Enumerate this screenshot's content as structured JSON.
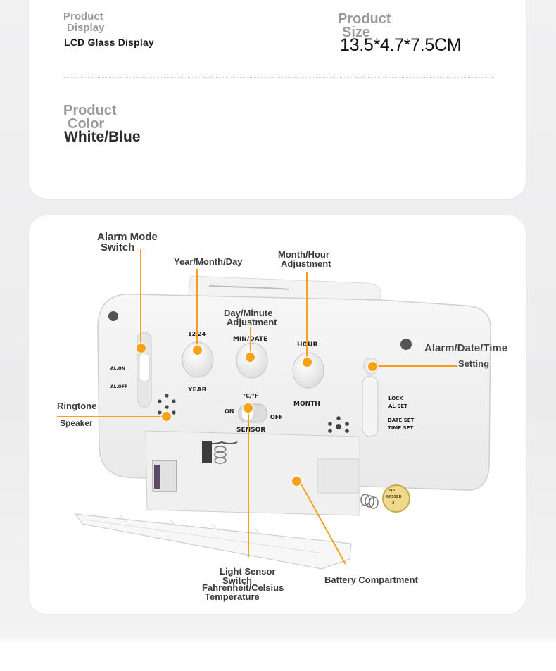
{
  "specs": {
    "display_label_1": "Product",
    "display_label_2": "Display",
    "display_value": "LCD Glass Display",
    "size_label_1": "Product",
    "size_label_2": "Size",
    "size_value": "13.5*4.7*7.5CM",
    "color_label_1": "Product",
    "color_label_2": "Color",
    "color_value": "White/Blue"
  },
  "annotations": {
    "alarm_mode_1": "Alarm Mode",
    "alarm_mode_2": "Switch",
    "year_month_day": "Year/Month/Day",
    "month_hour_1": "Month/Hour",
    "month_hour_2": "Adjustment",
    "day_minute_1": "Day/Minute",
    "day_minute_2": "Adjustment",
    "alarm_date_time": "Alarm/Date/Time",
    "setting": "Setting",
    "ringtone": "Ringtone",
    "speaker": "Speaker",
    "light_sensor_1": "Light Sensor",
    "light_sensor_2": "Switch",
    "fahrenheit_1": "Fahrenheit/Celsius",
    "fahrenheit_2": "Temperature",
    "battery": "Battery Compartment"
  },
  "device_labels": {
    "btn_1224": "12/24",
    "btn_year": "YEAR",
    "btn_mindate": "MIN/DATE",
    "btn_hour": "HOUR",
    "btn_month": "MONTH",
    "cf": "°C/°F",
    "on": "ON",
    "off": "OFF",
    "sensor": "SENSOR",
    "al_on": "AL.ON",
    "al_off": "AL.OFF",
    "lock": "LOCK",
    "al_set": "AL SET",
    "date_set": "DATE SET",
    "time_set": "TIME SET",
    "qc_1": "Q.C",
    "qc_2": "PASSED",
    "qc_3": "2"
  },
  "colors": {
    "accent": "#f7a21a",
    "label_gray": "#9b9b9b",
    "text_dark": "#1c1c1c"
  }
}
